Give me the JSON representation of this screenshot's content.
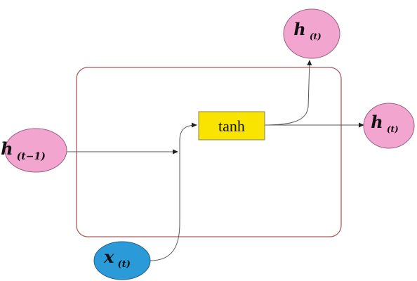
{
  "nodes": {
    "h_prev": {
      "main": "h",
      "sub": "(t−1)"
    },
    "x_t": {
      "main": "x",
      "sub": "(t)"
    },
    "h_out_top": {
      "main": "h",
      "sub": "(t)"
    },
    "h_out_right": {
      "main": "h",
      "sub": "(t)"
    },
    "activation": {
      "label": "tanh"
    }
  },
  "colors": {
    "hidden_state_fill": "#f2a6cf",
    "input_fill": "#2a9ad8",
    "activation_fill": "#f8e400",
    "cell_border": "#b05a5a",
    "connector": "#555555"
  }
}
